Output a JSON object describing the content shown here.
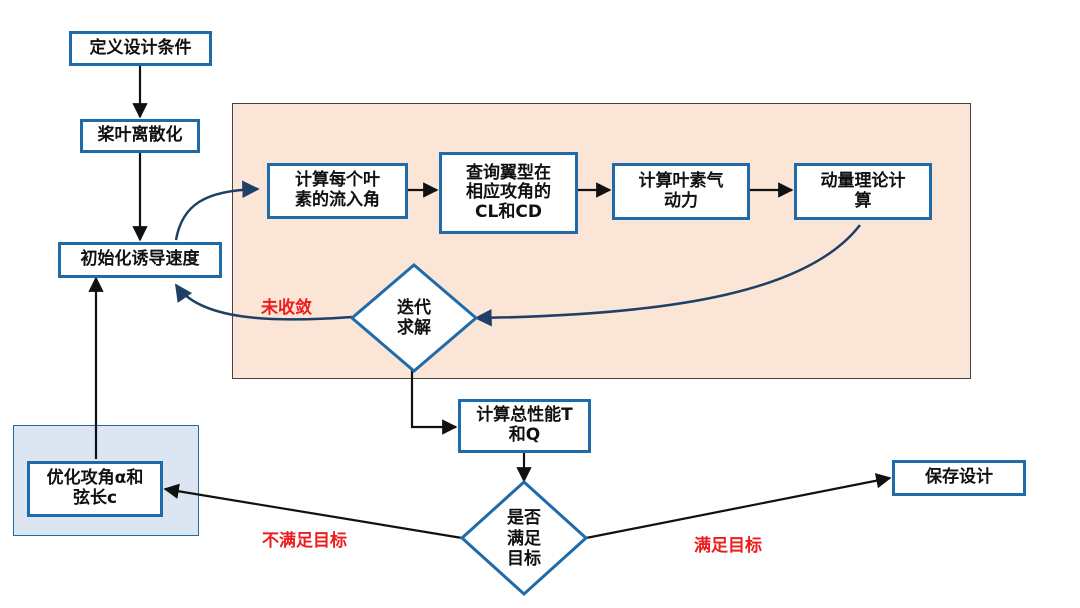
{
  "colors": {
    "box_border": "#1f6aa8",
    "arrow": "#111111",
    "curve": "#1f3f66",
    "loop_region": "#fbe5d6",
    "optimize_region": "#dce6f2",
    "alert_text": "#ee1c1c"
  },
  "nodes": {
    "define_conditions": "定义设计条件",
    "discretize_blade": "桨叶离散化",
    "init_induced_velocity": "初始化诱导速度",
    "calc_inflow_angle": "计算每个叶\n素的流入角",
    "query_airfoil": "查询翼型在\n相应攻角的\nCL和CD",
    "calc_element_aero": "计算叶素气\n动力",
    "momentum_theory": "动量理论计\n算",
    "iterate_solve": "迭代\n求解",
    "calc_performance": "计算总性能T\n和Q",
    "meet_target": "是否\n满足\n目标",
    "save_design": "保存设计",
    "optimize": "优化攻角α和\n弦长c"
  },
  "labels": {
    "not_converged": "未收敛",
    "not_meet_target": "不满足目标",
    "meet_target": "满足目标"
  }
}
